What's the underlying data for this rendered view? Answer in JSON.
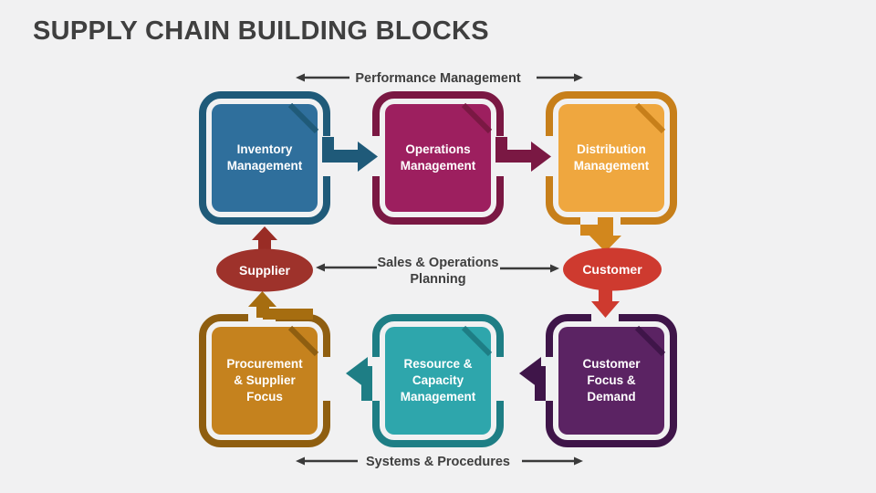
{
  "slide_title": "SUPPLY CHAIN BUILDING BLOCKS",
  "flow_labels": {
    "performance_management": "Performance Management",
    "sales_operations_line1": "Sales & Operations",
    "sales_operations_line2": "Planning",
    "systems_procedures": "Systems & Procedures"
  },
  "blocks": {
    "inventory": {
      "line1": "Inventory",
      "line2": "Management",
      "fill": "#2F6F9C",
      "ring": "#1F5A79"
    },
    "operations": {
      "line1": "Operations",
      "line2": "Management",
      "fill": "#9D1F5F",
      "ring": "#7A1843"
    },
    "distribution": {
      "line1": "Distribution",
      "line2": "Management",
      "fill": "#EFA73F",
      "ring": "#C77F1A"
    },
    "procurement": {
      "line1": "Procurement",
      "line2": "& Supplier",
      "line3": "Focus",
      "fill": "#C5821E",
      "ring": "#8F5E10"
    },
    "resource": {
      "line1": "Resource &",
      "line2": "Capacity",
      "line3": "Management",
      "fill": "#2EA6AC",
      "ring": "#1E7E85"
    },
    "customer_focus": {
      "line1": "Customer",
      "line2": "Focus &",
      "line3": "Demand",
      "fill": "#5B2363",
      "ring": "#3F1549"
    }
  },
  "nodes": {
    "supplier": {
      "label": "Supplier",
      "fill": "#9E322B"
    },
    "customer": {
      "label": "Customer",
      "fill": "#CE3A2F"
    }
  },
  "arrows": {
    "inventory_to_operations": "#1F5A79",
    "operations_to_distribution": "#7A1843",
    "resource_to_procurement": "#1E7E85",
    "customer_focus_to_resource": "#3F1549",
    "distribution_to_customer": "#D2871D",
    "customer_to_customer_focus": "#CE3A2F",
    "supplier_to_inventory": "#992C25",
    "procurement_to_supplier": "#A66D10",
    "connector": "#3A3A3A"
  },
  "colors": {
    "background": "#F1F1F2",
    "heading_text": "#3F3F3F",
    "block_text": "#FFFFFF"
  }
}
